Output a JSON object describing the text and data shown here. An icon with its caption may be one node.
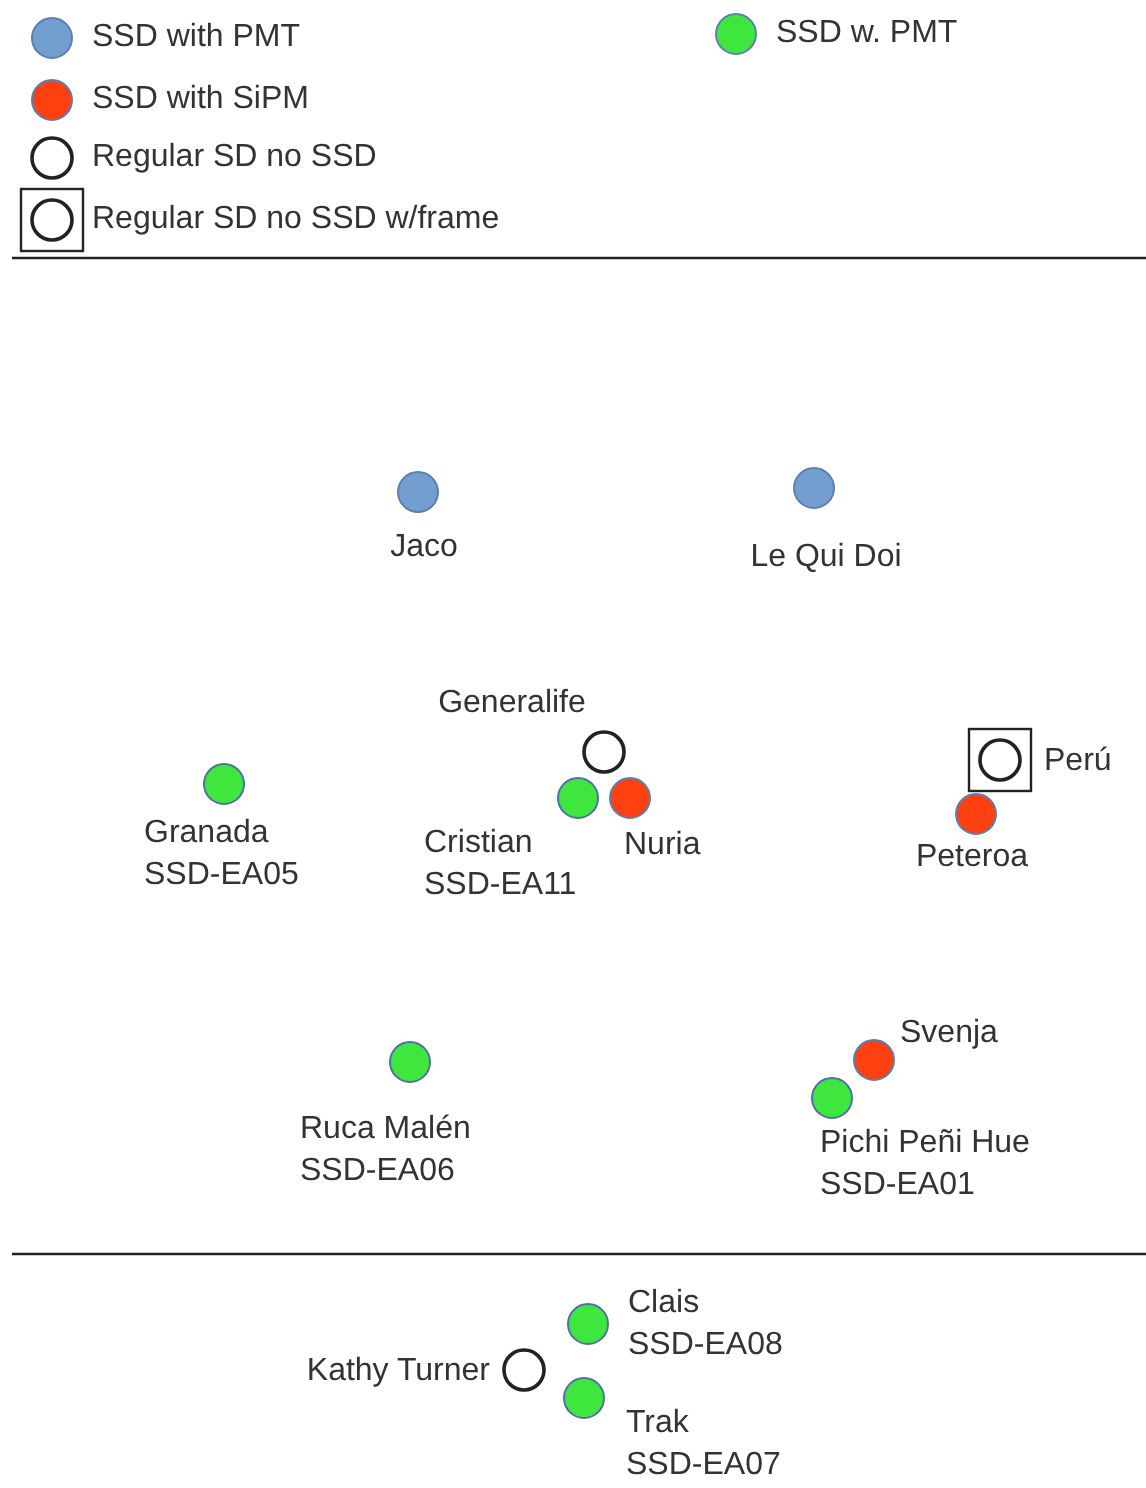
{
  "diagram": {
    "nodes": [
      {
        "text": [
          "Jaco"
        ]
      },
      {
        "text": [
          "Le Qui Doi"
        ]
      },
      {
        "text": [
          "Generalife"
        ]
      },
      {
        "text": [
          "Granada",
          "SSD-EA05"
        ]
      },
      {
        "text": [
          "Cristian",
          "SSD-EA11"
        ]
      },
      {
        "text": [
          "Nuria"
        ]
      },
      {
        "text": [
          "Perú"
        ]
      },
      {
        "text": [
          "Peteroa"
        ]
      },
      {
        "text": [
          "Svenja"
        ]
      },
      {
        "text": [
          "Ruca Malén",
          "SSD-EA06"
        ]
      },
      {
        "text": [
          "Pichi Peñi Hue",
          "SSD-EA01"
        ]
      },
      {
        "text": [
          "Clais",
          "SSD-EA08"
        ]
      },
      {
        "text": [
          "Kathy Turner"
        ]
      },
      {
        "text": [
          "Trak",
          "SSD-EA07"
        ]
      }
    ],
    "legend": [
      {
        "text": "SSD with PMT",
        "color": "#729fcf"
      },
      {
        "text": "SSD with SiPM",
        "color": "#ff4010"
      },
      {
        "text": "Regular SD no SSD"
      },
      {
        "text": "Regular SD no SSD w/frame"
      },
      {
        "text": "SSD w. PMT",
        "color": "#3ee63e"
      }
    ]
  }
}
